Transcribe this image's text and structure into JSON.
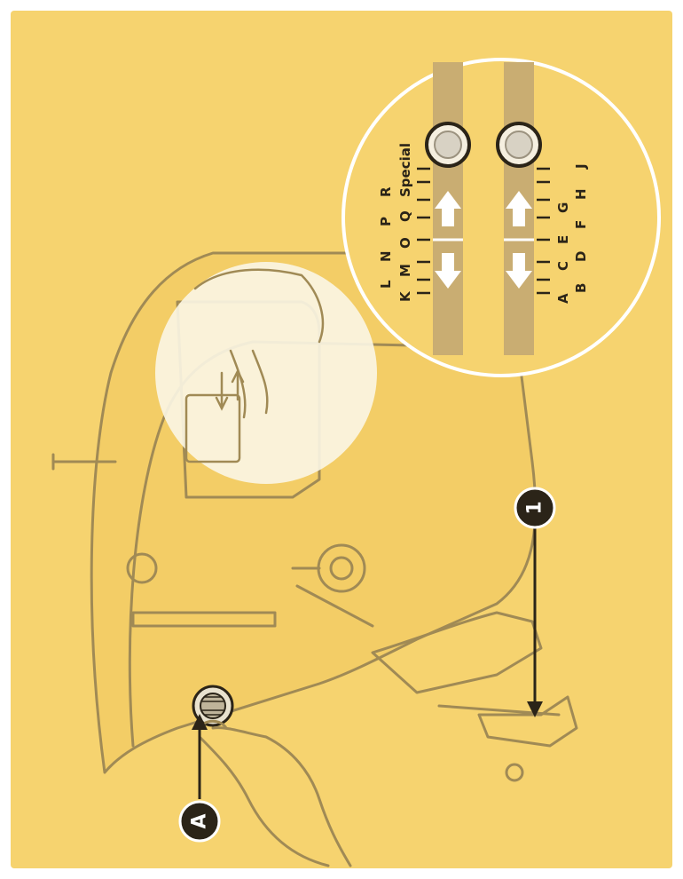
{
  "colors": {
    "page_background": "#f6d36f",
    "machine_line": "#a08a55",
    "machine_fill": "#f3cd66",
    "inset_fill": "#fbf6e6",
    "slot_fill": "#c9ad72",
    "knob_ring": "#2b2418",
    "arrow_fill": "#ffffff",
    "ink": "#2b2418"
  },
  "callouts": {
    "a": "A",
    "one": "1"
  },
  "dial_labels": {
    "top_row_upper": [
      "L",
      "N",
      "P",
      "R"
    ],
    "top_row_lower": [
      "K",
      "M",
      "O",
      "Q"
    ],
    "special": "Special",
    "bottom_row_upper": [
      "A",
      "C",
      "E",
      "G"
    ],
    "bottom_row_lower": [
      "B",
      "D",
      "F",
      "H",
      "J"
    ]
  }
}
